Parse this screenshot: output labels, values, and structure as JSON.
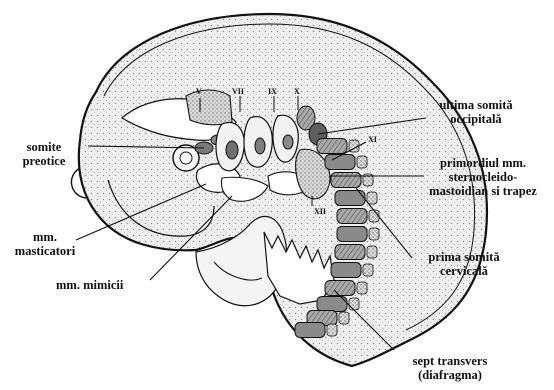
{
  "labels": {
    "somite_preotice": [
      "somite",
      "preotice"
    ],
    "mm_masticatori": [
      "mm.",
      "masticatori"
    ],
    "mm_mimicii": "mm. mimicii",
    "ultima_somita": [
      "ultima somită",
      "occipitală"
    ],
    "primordiul": [
      "primordiul mm.",
      "sternocleido-",
      "mastoidian si trapez"
    ],
    "prima_somita": [
      "prima somită",
      "cervicală"
    ],
    "sept_transvers": [
      "sept transvers",
      "(diafragma)"
    ]
  },
  "nerve_labels": {
    "n5": "V",
    "n7": "VII",
    "n9": "IX",
    "n10": "X",
    "n11": "XI",
    "n12": "XII"
  },
  "colors": {
    "ink": "#111111",
    "body_fill": "#e9e9e9",
    "somite_fill": "#9a9a9a",
    "muscle_fill": "#bdbdbd",
    "background": "#ffffff"
  }
}
